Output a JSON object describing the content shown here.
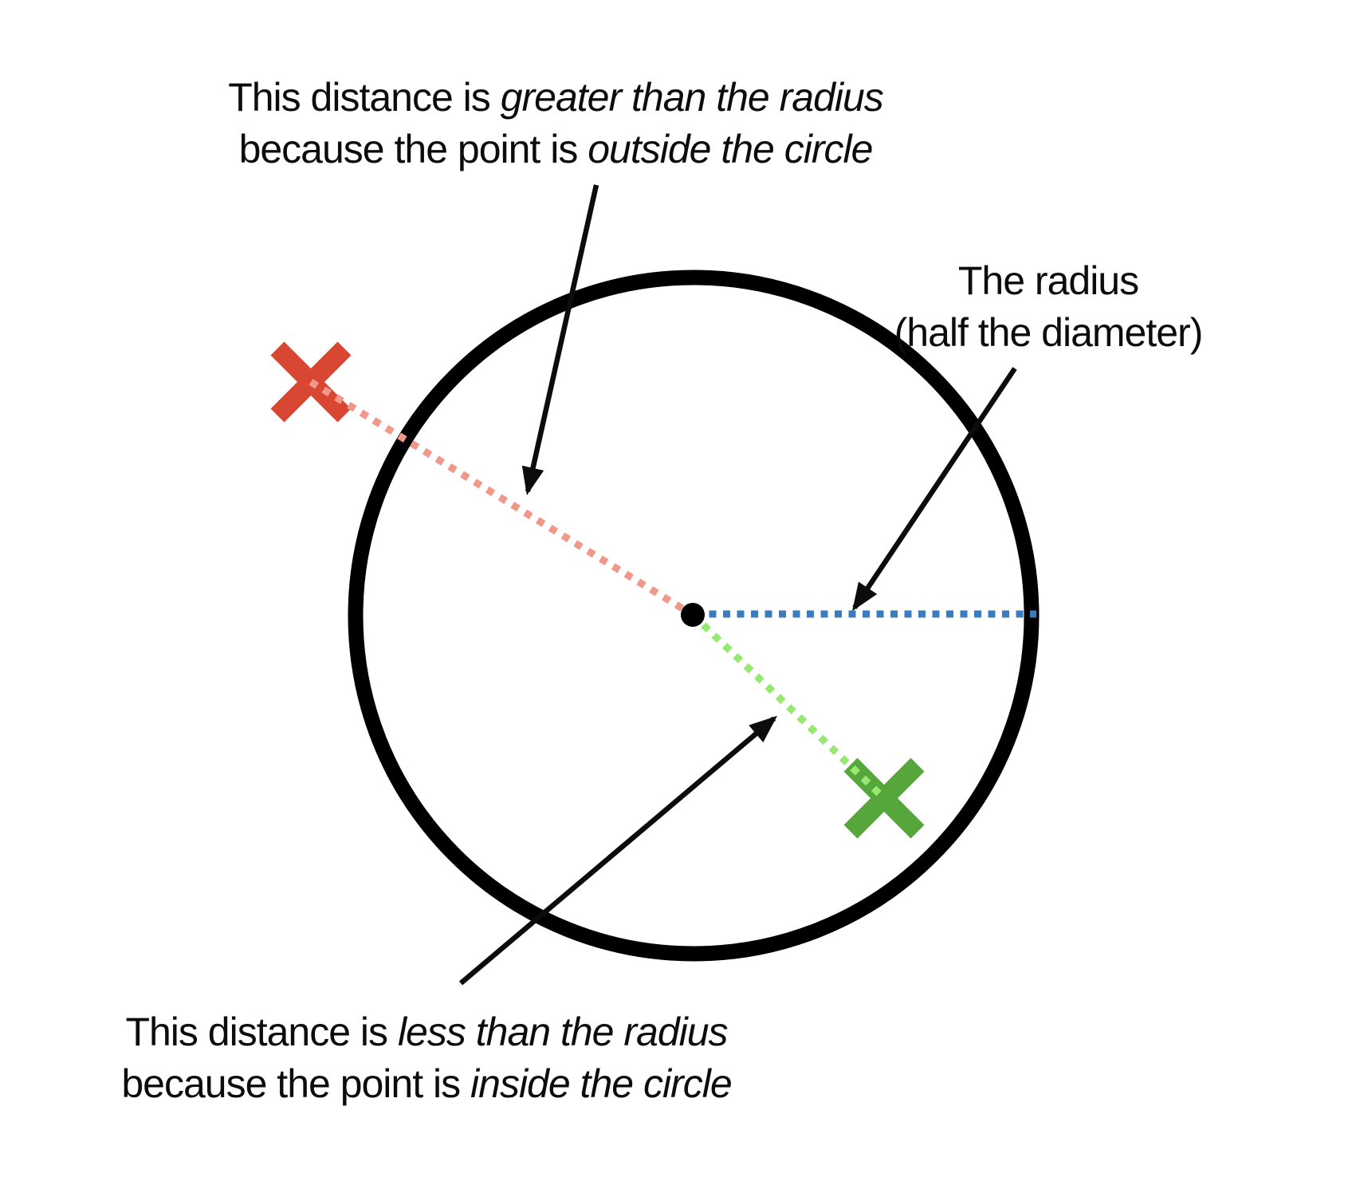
{
  "figure": {
    "title_hint": "Circle point-distance diagram",
    "annotations": {
      "outside_note": {
        "line1_prefix": "This distance is ",
        "line1_italic": "greater than the radius",
        "line2_prefix": "because the point is ",
        "line2_italic": "outside the circle"
      },
      "radius_note": {
        "line1": "The radius",
        "line2": "(half the diameter)"
      },
      "inside_note": {
        "line1_prefix": "This distance is ",
        "line1_italic": "less than the radius",
        "line2_prefix": "because the point is ",
        "line2_italic": "inside the circle"
      }
    },
    "colors": {
      "background": "#ffffff",
      "text": "#0c0c0c",
      "arrow": "#0c0c0c",
      "circle": "#000000",
      "center_dot": "#000000",
      "outside_x": "#d94632",
      "outside_dots": "#f0998a",
      "radius_dots": "#3b7cc0",
      "inside_x": "#57a63b",
      "inside_dots": "#96e873"
    }
  }
}
